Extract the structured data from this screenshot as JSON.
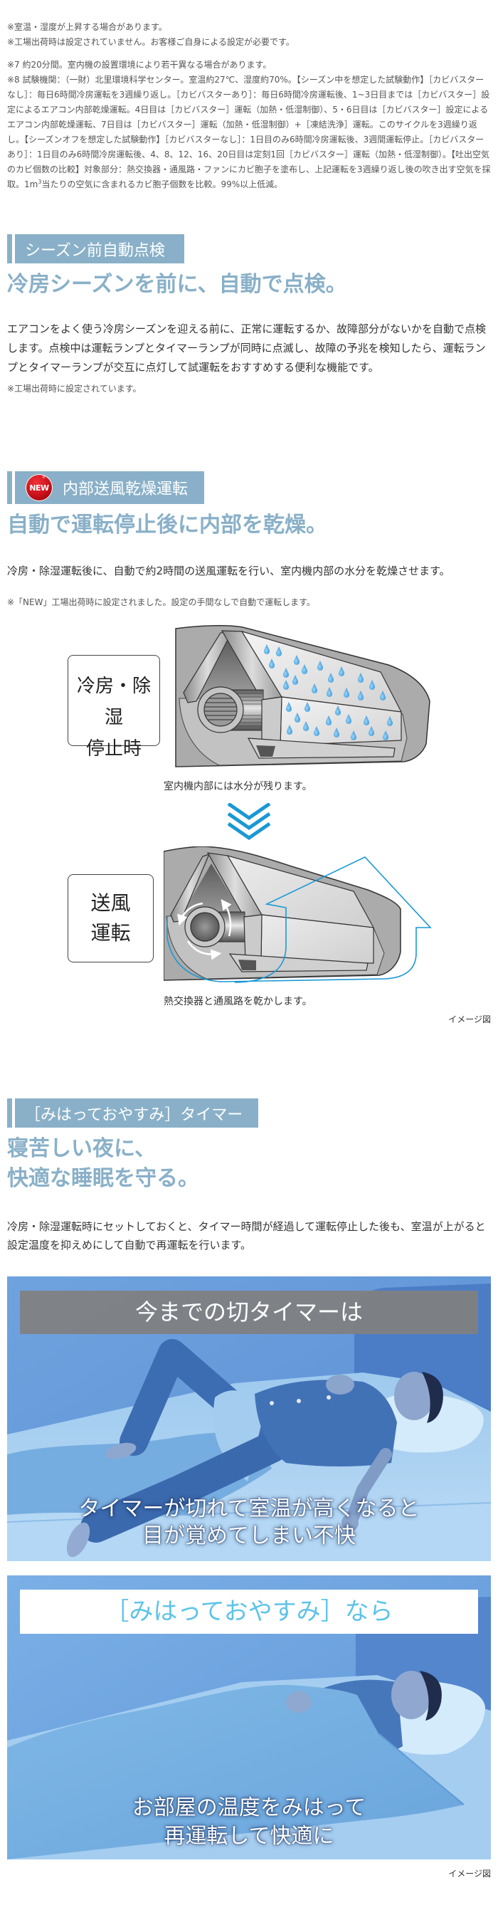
{
  "notes_top": {
    "line1": "※室温・湿度が上昇する場合があります。",
    "line2": "※工場出荷時は設定されていません。お客様ご自身による設定が必要です。",
    "note7": "※7 約20分間。室内機の設置環境により若干異なる場合があります。",
    "note8_text": "※8 試験機関：（一財）北里環境科学センター。室温約27℃、湿度約70%。【シーズン中を想定した試験動作】［カビバスターなし］：毎日6時間冷房運転を3週繰り返し。［カビバスターあり］：毎日6時間冷房運転後、1~3日目までは［カビバスター］設定によるエアコン内部乾燥運転。4日目は［カビバスター］運転（加熱・低湿制御）、5・6日目は［カビバスター］設定によるエアコン内部乾燥運転、7日目は［カビバスター］運転（加熱・低湿制御）+［凍結洗浄］運転。このサイクルを3週繰り返し。【シーズンオフを想定した試験動作】［カビバスターなし］：1日目のみ6時間冷房運転後、3週間運転停止。［カビバスターあり］：1日目のみ6時間冷房運転後、4、8、12、16、20日目は定刻1回［カビバスター］運転（加熱・低湿制御）。【吐出空気のカビ個数の比較】対象部分：熱交換器・通風路・ファンにカビ胞子を塗布し、上記運転を3週繰り返し後の吹き出す空気を採取。",
    "note8_unit": "1m",
    "note8_sup": "3",
    "note8_tail": "当たりの空気に含まれるカビ胞子個数を比較。99%以上低減。"
  },
  "section_preseason": {
    "label": "シーズン前自動点検",
    "heading": "冷房シーズンを前に、自動で点検。",
    "body": "エアコンをよく使う冷房シーズンを迎える前に、正常に運転するか、故障部分がないかを自動で点検します。点検中は運転ランプとタイマーランプが同時に点滅し、故障の予兆を検知したら、運転ランプとタイマーランプが交互に点灯して試運転をおすすめする便利な機能です。",
    "note": "※工場出荷時に設定されています。"
  },
  "section_internal_dry": {
    "badge": "NEW",
    "badge_mark": "※",
    "label": "内部送風乾燥運転",
    "heading": "自動で運転停止後に内部を乾燥。",
    "body": "冷房・除湿運転後に、自動で約2時間の送風運転を行い、室内機内部の水分を乾燥させます。",
    "note": "※「NEW」工場出荷時に設定されました。設定の手間なしで自動で運転します。",
    "diagram": {
      "step1": {
        "label_line1": "冷房・除湿",
        "label_line2": "停止時",
        "caption": "室内機内部には水分が残ります。"
      },
      "step2": {
        "label_line1": "送風",
        "label_line2": "運転",
        "caption": "熱交換器と通風路を乾かします。"
      },
      "image_note": "イメージ図"
    }
  },
  "section_timer": {
    "label": "［みはっておやすみ］タイマー",
    "heading_line1": "寝苦しい夜に、",
    "heading_line2": "快適な睡眠を守る。",
    "body": "冷房・除湿運転時にセットしておくと、タイマー時間が経過して運転停止した後も、室温が上がると設定温度を抑えめにして自動で再運転を行います。",
    "photo_before": {
      "banner": "今までの切タイマーは",
      "caption_line1": "タイマーが切れて室温が高くなると",
      "caption_line2": "目が覚めてしまい不快"
    },
    "photo_after": {
      "banner": "［みはっておやすみ］なら",
      "caption_line1": "お部屋の温度をみはって",
      "caption_line2": "再運転して快適に"
    },
    "image_note": "イメージ図"
  },
  "icons": {
    "new_badge": "new-badge-icon",
    "down_chevron": "triple-chevron-down-icon",
    "airflow_arrow": "airflow-arrow-icon",
    "water_drop": "water-drop-icon"
  },
  "colors": {
    "accent": "#89b0c8",
    "chevron": "#1a98d5",
    "badge": "#c8101a",
    "after_banner_text": "#5ec3e9",
    "before_banner_bg": "#808080"
  }
}
